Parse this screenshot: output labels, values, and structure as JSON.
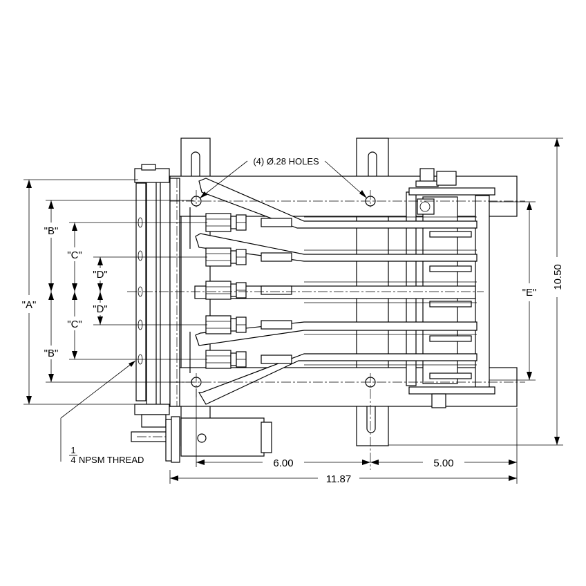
{
  "drawing": {
    "callouts": {
      "holes": "(4) Ø.28 HOLES",
      "thread_fraction_top": "1",
      "thread_fraction_bottom": "4",
      "thread": "NPSM THREAD"
    },
    "labels": {
      "a": "\"A\"",
      "b_top": "\"B\"",
      "b_bottom": "\"B\"",
      "c_top": "\"C\"",
      "c_bottom": "\"C\"",
      "d_top": "\"D\"",
      "d_bottom": "\"D\"",
      "e": "\"E\""
    },
    "dimensions": {
      "span_left": "6.00",
      "span_right": "5.00",
      "overall_width": "11.87",
      "overall_height": "10.50"
    }
  }
}
